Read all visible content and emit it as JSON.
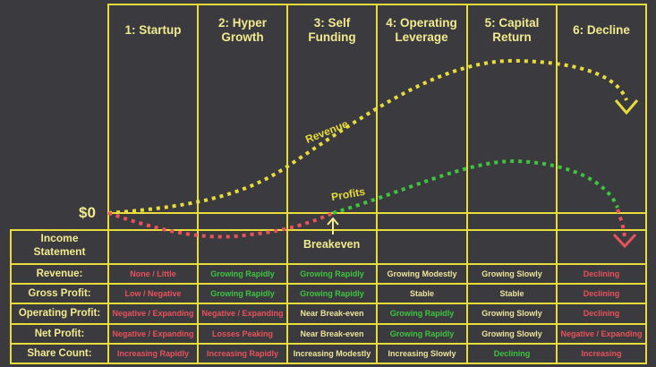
{
  "stages": [
    "1: Startup",
    "2: Hyper Growth",
    "3: Self Funding",
    "4: Operating Leverage",
    "5: Capital Return",
    "6: Decline"
  ],
  "zero_label": "$0",
  "curve_labels": {
    "revenue": "Revenue",
    "profits": "Profits",
    "breakeven": "Breakeven"
  },
  "table": {
    "title": "Income Statement",
    "rows": [
      {
        "label": "Revenue:",
        "cells": [
          [
            "None / Little",
            "red"
          ],
          [
            "Growing Rapidly",
            "green"
          ],
          [
            "Growing Rapidly",
            "green"
          ],
          [
            "Growing Modestly",
            "yel"
          ],
          [
            "Growing Slowly",
            "yel"
          ],
          [
            "Declining",
            "red"
          ]
        ]
      },
      {
        "label": "Gross Profit:",
        "cells": [
          [
            "Low / Negative",
            "red"
          ],
          [
            "Growing Rapidly",
            "green"
          ],
          [
            "Growing Rapidly",
            "green"
          ],
          [
            "Stable",
            "yel"
          ],
          [
            "Stable",
            "yel"
          ],
          [
            "Declining",
            "red"
          ]
        ]
      },
      {
        "label": "Operating Profit:",
        "cells": [
          [
            "Negative / Expanding",
            "red"
          ],
          [
            "Negative / Expanding",
            "red"
          ],
          [
            "Near Break-even",
            "yel"
          ],
          [
            "Growing Rapidly",
            "green"
          ],
          [
            "Growing Slowly",
            "yel"
          ],
          [
            "Declining",
            "red"
          ]
        ]
      },
      {
        "label": "Net Profit:",
        "cells": [
          [
            "Negative / Expanding",
            "red"
          ],
          [
            "Losses Peaking",
            "red"
          ],
          [
            "Near Break-even",
            "yel"
          ],
          [
            "Growing Rapidly",
            "green"
          ],
          [
            "Growing Slowly",
            "yel"
          ],
          [
            "Negative / Expanding",
            "red"
          ]
        ]
      },
      {
        "label": "Share Count:",
        "cells": [
          [
            "Increasing Rapidly",
            "red"
          ],
          [
            "Increasing Rapidly",
            "red"
          ],
          [
            "Increasing Modestly",
            "yel"
          ],
          [
            "Increasing Slowly",
            "yel"
          ],
          [
            "Declining",
            "green"
          ],
          [
            "Increasing",
            "red"
          ]
        ]
      }
    ]
  },
  "colors": {
    "grid": "#e8dc3c",
    "revenue": "#e8dc3c",
    "loss": "#e8525a",
    "profit": "#3fc43f",
    "background": "#3a3a3f"
  }
}
